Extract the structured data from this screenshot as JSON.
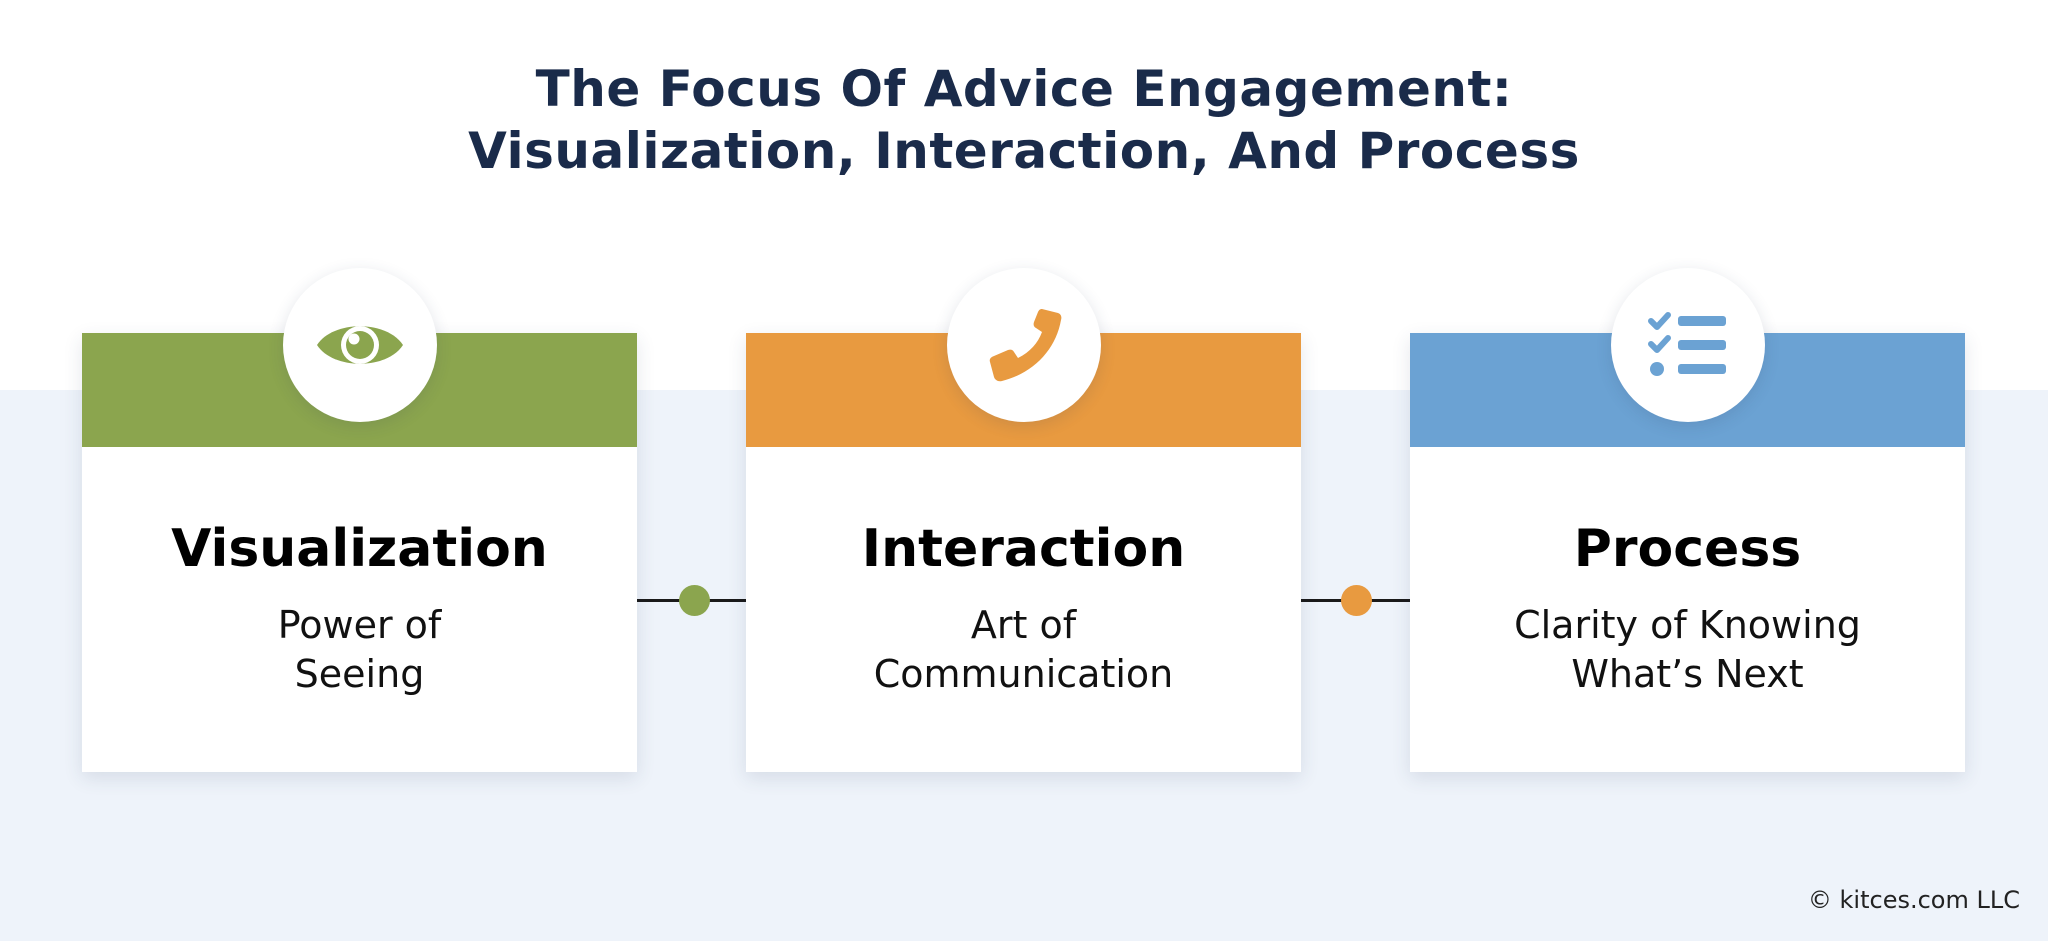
{
  "title": {
    "line1": "The Focus Of Advice Engagement:",
    "line2": "Visualization, Interaction, And Process"
  },
  "colors": {
    "title": "#1a2b4a",
    "background_lower": "#eef3fa",
    "green": "#8ba54e",
    "orange": "#e89a40",
    "blue": "#6ba2d3",
    "connector_line": "#1a1a1a"
  },
  "cards": [
    {
      "icon": "eye-icon",
      "heading": "Visualization",
      "sub_line1": "Power of",
      "sub_line2": "Seeing",
      "color": "#8ba54e"
    },
    {
      "icon": "phone-icon",
      "heading": "Interaction",
      "sub_line1": "Art of",
      "sub_line2": "Communication",
      "color": "#e89a40"
    },
    {
      "icon": "checklist-icon",
      "heading": "Process",
      "sub_line1": "Clarity of Knowing",
      "sub_line2": "What’s Next",
      "color": "#6ba2d3"
    }
  ],
  "connectors": [
    {
      "dot_color": "#8ba54e"
    },
    {
      "dot_color": "#e89a40"
    }
  ],
  "footer": {
    "copyright": "© kitces.com LLC"
  }
}
